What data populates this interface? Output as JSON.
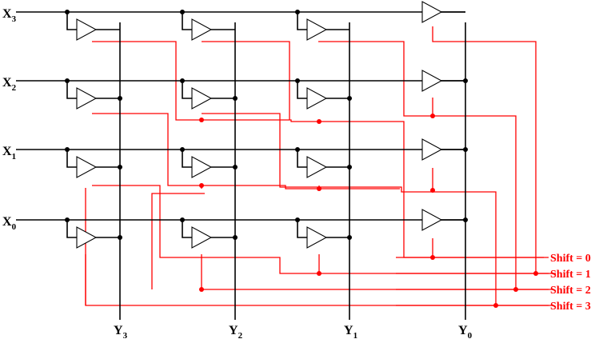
{
  "inputs": [
    {
      "base": "X",
      "sub": "3"
    },
    {
      "base": "X",
      "sub": "2"
    },
    {
      "base": "X",
      "sub": "1"
    },
    {
      "base": "X",
      "sub": "0"
    }
  ],
  "outputs": [
    {
      "base": "Y",
      "sub": "3"
    },
    {
      "base": "Y",
      "sub": "2"
    },
    {
      "base": "Y",
      "sub": "1"
    },
    {
      "base": "Y",
      "sub": "0"
    }
  ],
  "shift_labels": [
    "Shift = 0",
    "Shift = 1",
    "Shift = 2",
    "Shift = 3"
  ],
  "colors": {
    "wire": "#000000",
    "control": "#ff0000"
  }
}
